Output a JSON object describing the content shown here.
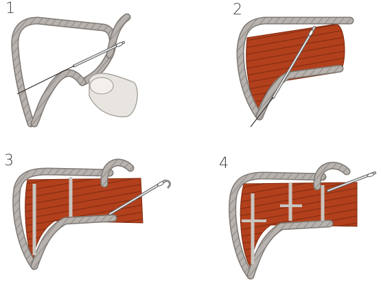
{
  "steps": [
    {
      "number": "1"
    },
    {
      "number": "2"
    },
    {
      "number": "3"
    },
    {
      "number": "4"
    }
  ],
  "colors": {
    "cord": "#b7b2ad",
    "cord_dark": "#7d7873",
    "fill": "#b2401c",
    "fill_dark": "#7c2a10",
    "needle": "#d9d9d9",
    "needle_outline": "#5a5a5a",
    "thread": "#333333",
    "finger": "#e8e4df"
  }
}
